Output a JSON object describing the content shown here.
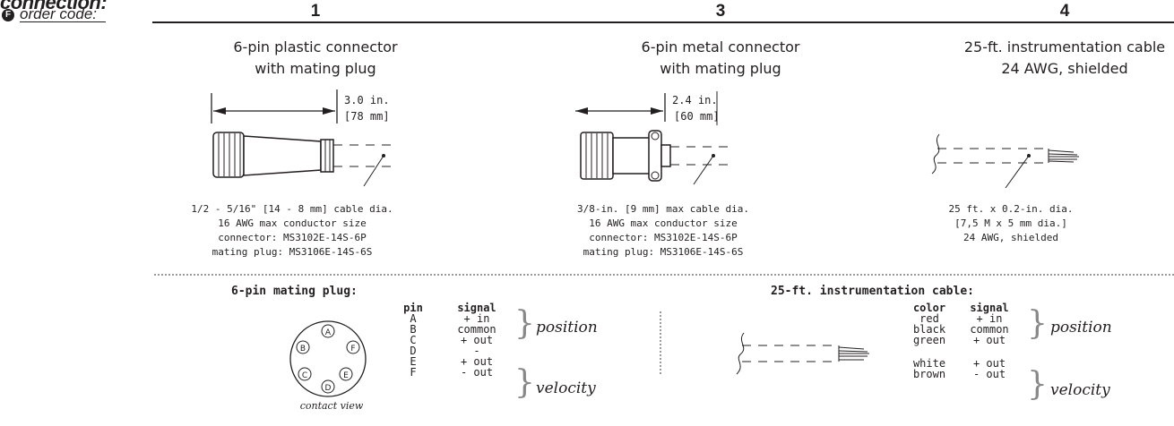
{
  "header": {
    "section_heading": "connection:",
    "order_code_badge": "F",
    "order_code_label": "order code:"
  },
  "options": [
    {
      "code": "1",
      "title_line1": "6-pin plastic connector",
      "title_line2": "with mating plug",
      "dim_line1": "3.0 in.",
      "dim_line2": "[78 mm]",
      "specs": [
        "1/2 - 5/16\" [14 - 8 mm] cable dia.",
        "16 AWG max conductor size",
        "connector: MS3102E-14S-6P",
        "mating plug: MS3106E-14S-6S"
      ]
    },
    {
      "code": "3",
      "title_line1": "6-pin metal connector",
      "title_line2": "with mating plug",
      "dim_line1": "2.4 in.",
      "dim_line2": "[60 mm]",
      "specs": [
        "3/8-in. [9 mm] max cable dia.",
        "16 AWG max conductor size",
        "connector: MS3102E-14S-6P",
        "mating plug: MS3106E-14S-6S"
      ]
    },
    {
      "code": "4",
      "title_line1": "25-ft. instrumentation cable",
      "title_line2": "24 AWG, shielded",
      "specs": [
        "25 ft. x 0.2-in. dia.",
        "[7,5 M x 5 mm dia.]",
        "24 AWG, shielded"
      ]
    }
  ],
  "mating_plug": {
    "title": "6-pin mating plug:",
    "pins_header": "pin",
    "signal_header": "signal",
    "pins": [
      "A",
      "B",
      "C",
      "D",
      "E",
      "F"
    ],
    "signals": [
      "+ in",
      "common",
      "+ out",
      "-",
      "+ out",
      "- out"
    ],
    "group_position": "position",
    "group_velocity": "velocity",
    "contact_view_label": "contact view",
    "contact_letters": [
      "A",
      "F",
      "E",
      "D",
      "C",
      "B"
    ]
  },
  "cable": {
    "title": "25-ft. instrumentation cable:",
    "color_header": "color",
    "signal_header": "signal",
    "colors": [
      "red",
      "black",
      "green",
      "white",
      "brown"
    ],
    "signals": [
      "+ in",
      "common",
      "+ out",
      "+ out",
      "- out"
    ],
    "group_position": "position",
    "group_velocity": "velocity"
  }
}
